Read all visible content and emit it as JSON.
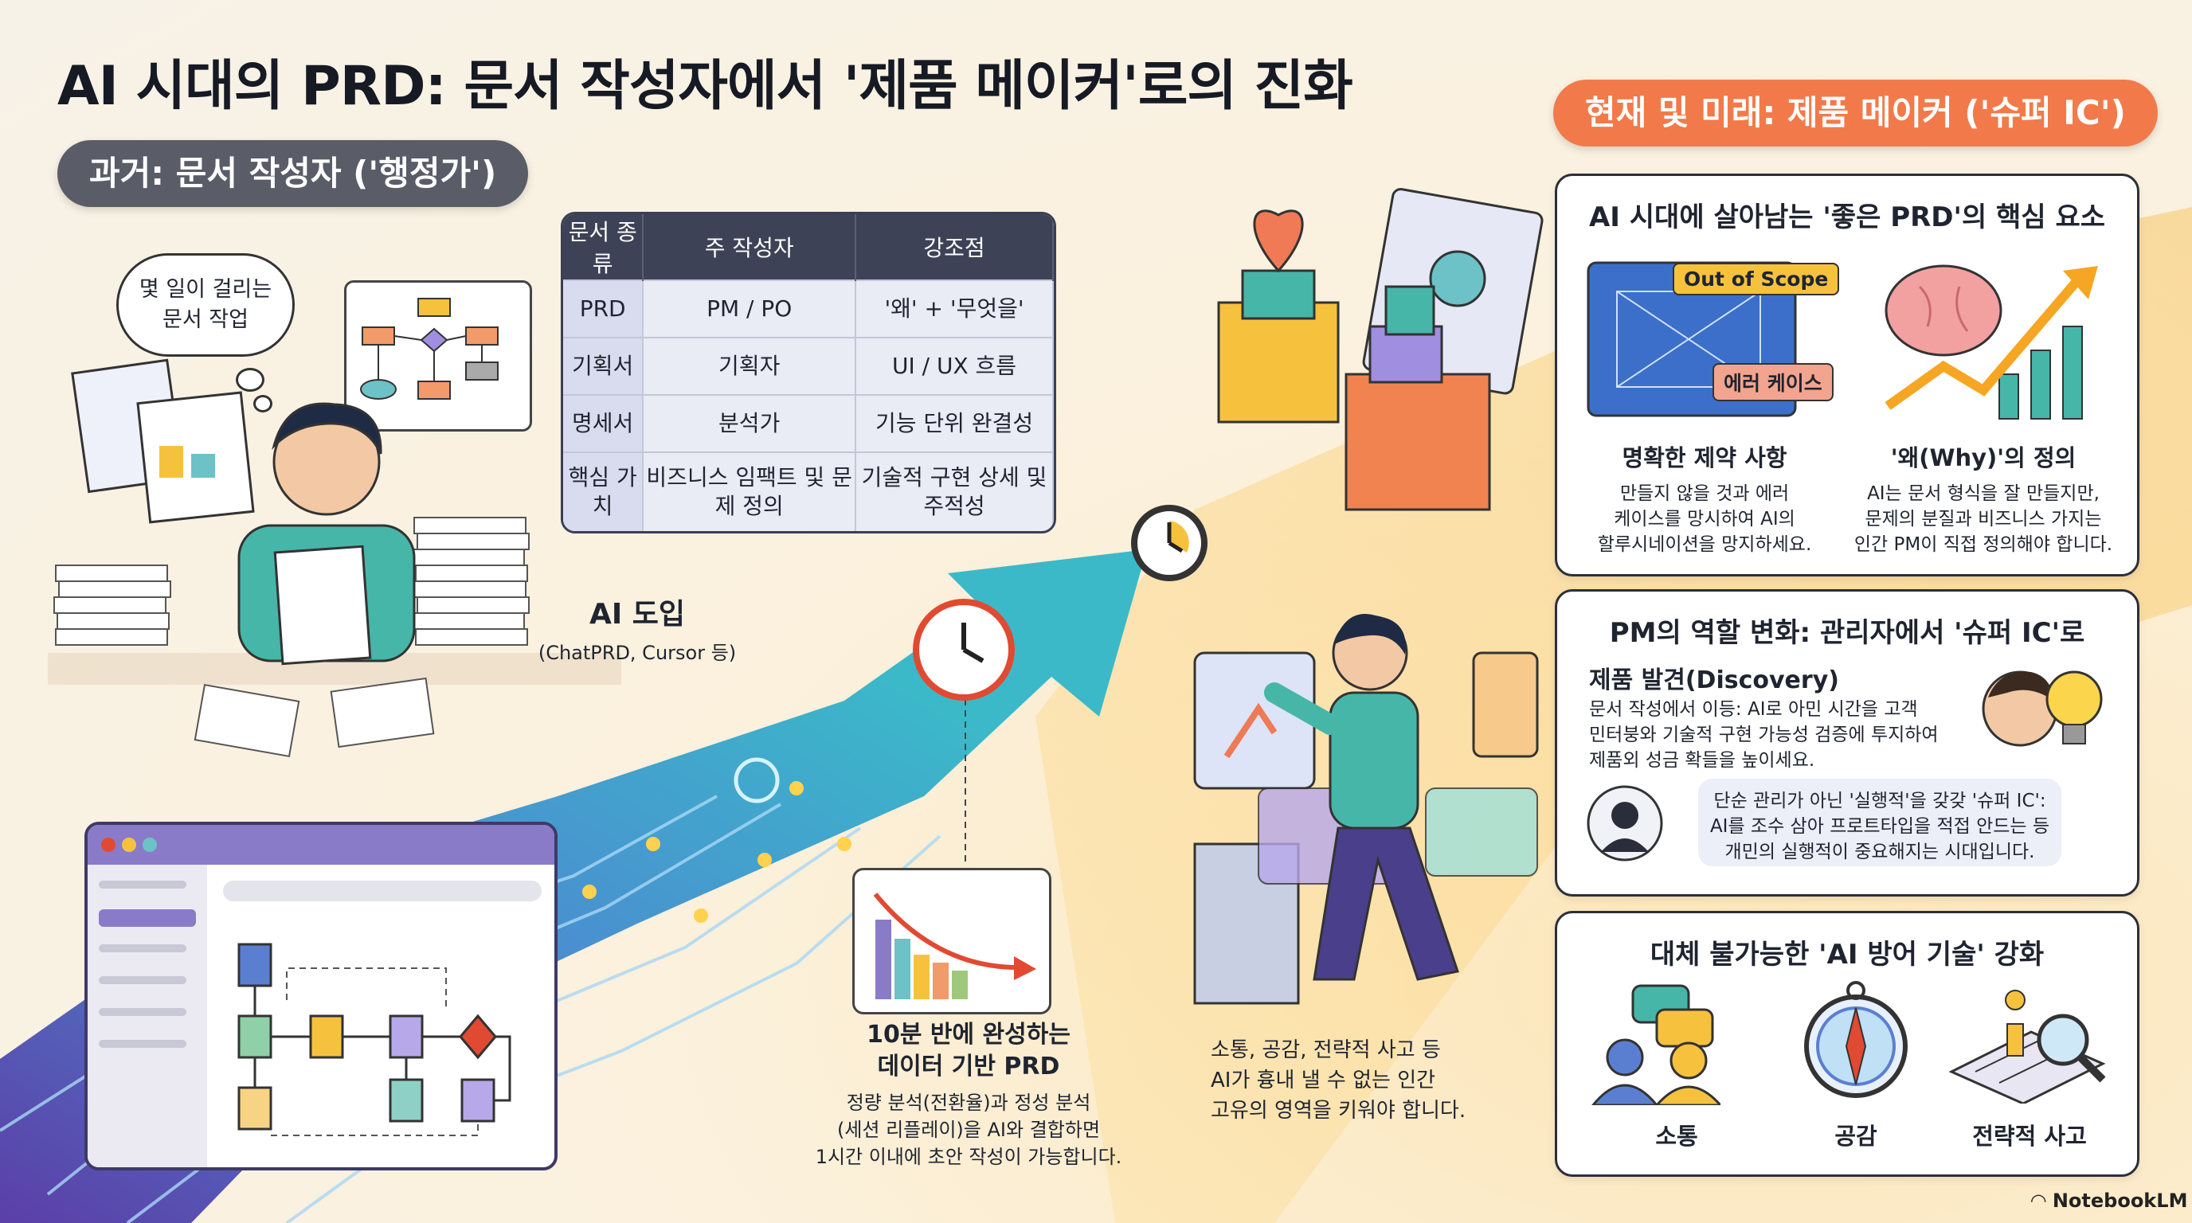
{
  "title": "AI 시대의 PRD: 문서 작성자에서 '제품 메이커'로의 진화",
  "past": {
    "pill": "과거: 문서 작성자 ('행정가')",
    "thought": [
      "몇 일이 걸리는",
      "문서 작업"
    ],
    "table": {
      "headers": [
        "문서 종류",
        "주 작성자",
        "강조점"
      ],
      "rows": [
        [
          "PRD",
          "PM / PO",
          "'왜' + '무엇을'"
        ],
        [
          "기획서",
          "기획자",
          "UI / UX 흐름"
        ],
        [
          "명세서",
          "분석가",
          "기능 단위 완결성"
        ],
        [
          "핵심 가치",
          "비즈니스 임팩트 및 문제 정의",
          "기술적 구현 상세 및 주적성"
        ]
      ]
    }
  },
  "transition": {
    "label": "AI 도입",
    "sublabel": "(ChatPRD, Cursor 등)",
    "prd_title_1": "10분 반에 완성하는",
    "prd_title_2": "데이터 기반 PRD",
    "prd_desc_1": "정량 분석(전환율)과 정성 분석",
    "prd_desc_2": "(세션 리플레이)을 AI와 결합하면",
    "prd_desc_3": "1시간 이내에 초안 작성이 가능합니다."
  },
  "future": {
    "pill": "현재 및 미래: 제품 메이커 ('슈퍼 IC')",
    "card1": {
      "title": "AI 시대에 살아남는 '좋은 PRD'의 핵심 요소",
      "tag_oos": "Out of Scope",
      "tag_edge": "에러 케이스",
      "left_h": "명확한 제약 사항",
      "left_p": [
        "만들지 않을 것과 에러",
        "케이스를 망시하여 AI의",
        "할루시네이션을 망지하세요."
      ],
      "right_h": "'왜(Why)'의 정의",
      "right_p": [
        "AI는 문서 형식을 잘 만들지만,",
        "문제의 분질과 비즈니스 가지는",
        "인간 PM이 직접 정의해야 합니다."
      ]
    },
    "card2": {
      "title": "PM의 역할 변화: 관리자에서 '슈퍼 IC'로",
      "sub_h": "제품 발견(Discovery)",
      "sub_p": [
        "문서 작성에서 이등: AI로 아민 시간을 고객",
        "민터붕와 기술적 구현 가능성 검증에 투지하여",
        "제품외 성금 확들을 높이세요."
      ],
      "speech": [
        "단순 관리가 아닌 '실행적'을 갖갖 '슈퍼 IC':",
        "AI를 조수 삼아 프로트타입을 적접 안드는 등",
        "개민의 실행적이 중요해지는 시대입니다."
      ]
    },
    "card3": {
      "title": "대체 불가능한 'AI 방어 기술' 강화",
      "skills": [
        "소통",
        "공감",
        "전략적 사고"
      ]
    },
    "human_text": [
      "소통, 공감, 전략적 사고 등",
      "AI가 흉내 낼 수 없는 인간",
      "고유의 영역을 키워야 합니다."
    ]
  },
  "brand": "NotebookLM"
}
